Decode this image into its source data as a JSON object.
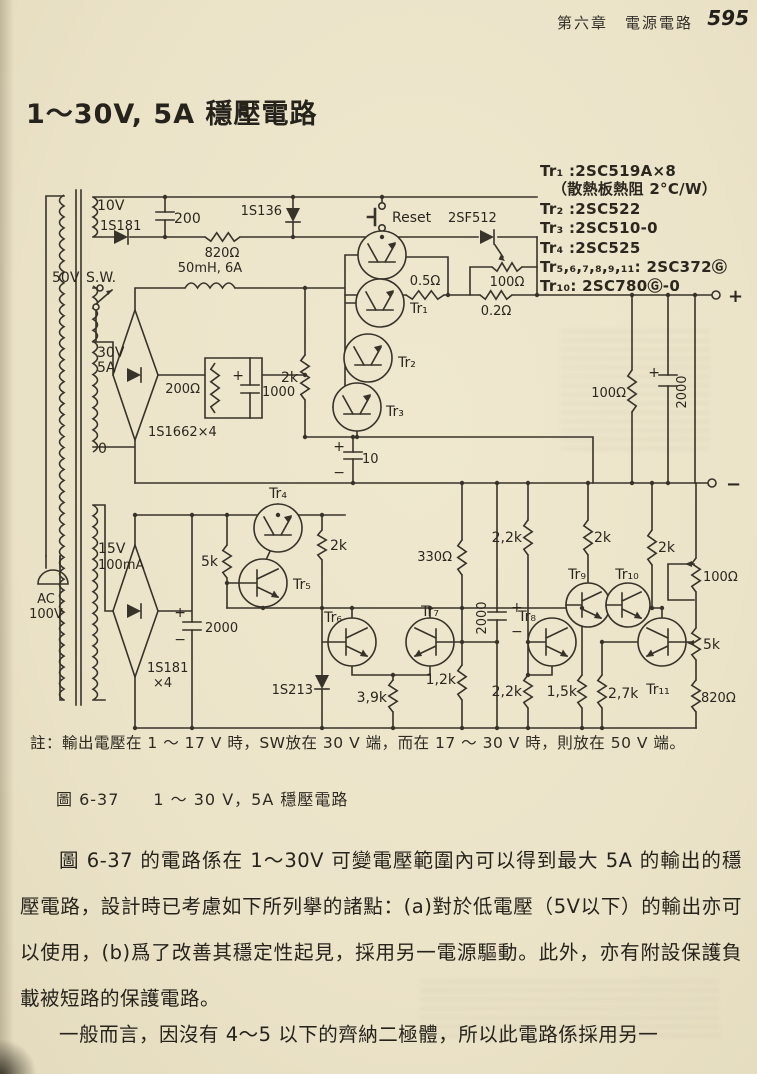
{
  "header": {
    "chapter": "第六章　電源電路",
    "page_number": "595"
  },
  "title": "1～30V, 5A 穩壓電路",
  "circuit": {
    "legend": {
      "line1": "Tr₁ :2SC519A×8",
      "line1b": "（散熱板熱阻 2°C/W）",
      "line2": "Tr₂ :2SC522",
      "line3": "Tr₃ :2SC510-0",
      "line4": "Tr₄ :2SC525",
      "line5": "Tr₅,₆,₇,₈,₉,₁₁: 2SC372Ⓖ",
      "line6": "Tr₁₀: 2SC780Ⓖ-0"
    },
    "labels": {
      "w10v": "10V",
      "d_1s181": "1S181",
      "c200": "200",
      "d_1s136": "1S136",
      "r820": "820Ω",
      "choke": "50mH, 6A",
      "sw_50v": "50V",
      "sw": "S.W.",
      "w30v": "30V",
      "w5a": "5A",
      "w0": "0",
      "bridge1": "1S1662×4",
      "r200": "200Ω",
      "c1000": "1000",
      "reset": "Reset",
      "scr": "2SF512",
      "r05": "0.5Ω",
      "pot100_top": "100Ω",
      "r02": "0.2Ω",
      "tr1": "Tr₁",
      "tr2": "Tr₂",
      "tr3": "Tr₃",
      "r2k_top": "2k",
      "c10": "10",
      "r100_right": "100Ω",
      "c2000_right": "2000",
      "plus": "+",
      "minus": "−",
      "w15v": "15V",
      "w100ma": "100mA",
      "bridge2a": "1S181",
      "bridge2b": "×4",
      "c2000_left": "2000",
      "r5k_left": "5k",
      "tr4": "Tr₄",
      "tr5": "Tr₅",
      "r2k_tr5": "2k",
      "d_1s213": "1S213",
      "tr6": "Tr₆",
      "tr7": "Tr₇",
      "r330": "330Ω",
      "c2000_mid": "2000",
      "r39k": "3,9k",
      "r12k": "1,2k",
      "r22k_top": "2,2k",
      "r22k_bot": "2,2k",
      "tr8": "Tr₈",
      "tr9": "Tr₉",
      "tr10": "Tr₁₀",
      "tr11": "Tr₁₁",
      "r2k_tr9": "2k",
      "r2k_tr10": "2k",
      "pot100_right": "100Ω",
      "pot5k": "5k",
      "r820_right": "820Ω",
      "r15k": "1,5k",
      "r27k": "2,7k",
      "ac": "AC",
      "ac_v": "100V"
    }
  },
  "note": "註：輸出電壓在 1 ～ 17 V 時，SW放在 30 V 端，而在 17 ～ 30 V 時，則放在 50 V 端。",
  "caption": "圖 6-37　　1 ～ 30 V，5A 穩壓電路",
  "body": {
    "para1": "圖 6-37 的電路係在 1～30V 可變電壓範圍內可以得到最大 5A 的輸出的穩壓電路，設計時已考慮如下所列擧的諸點：(a)對於低電壓（5V以下）的輸出亦可以使用，(b)爲了改善其穩定性起見，採用另一電源驅動。此外，亦有附設保護負載被短路的保護電路。",
    "para2": "一般而言，因沒有 4～5 以下的齊納二極體，所以此電路係採用另一"
  }
}
